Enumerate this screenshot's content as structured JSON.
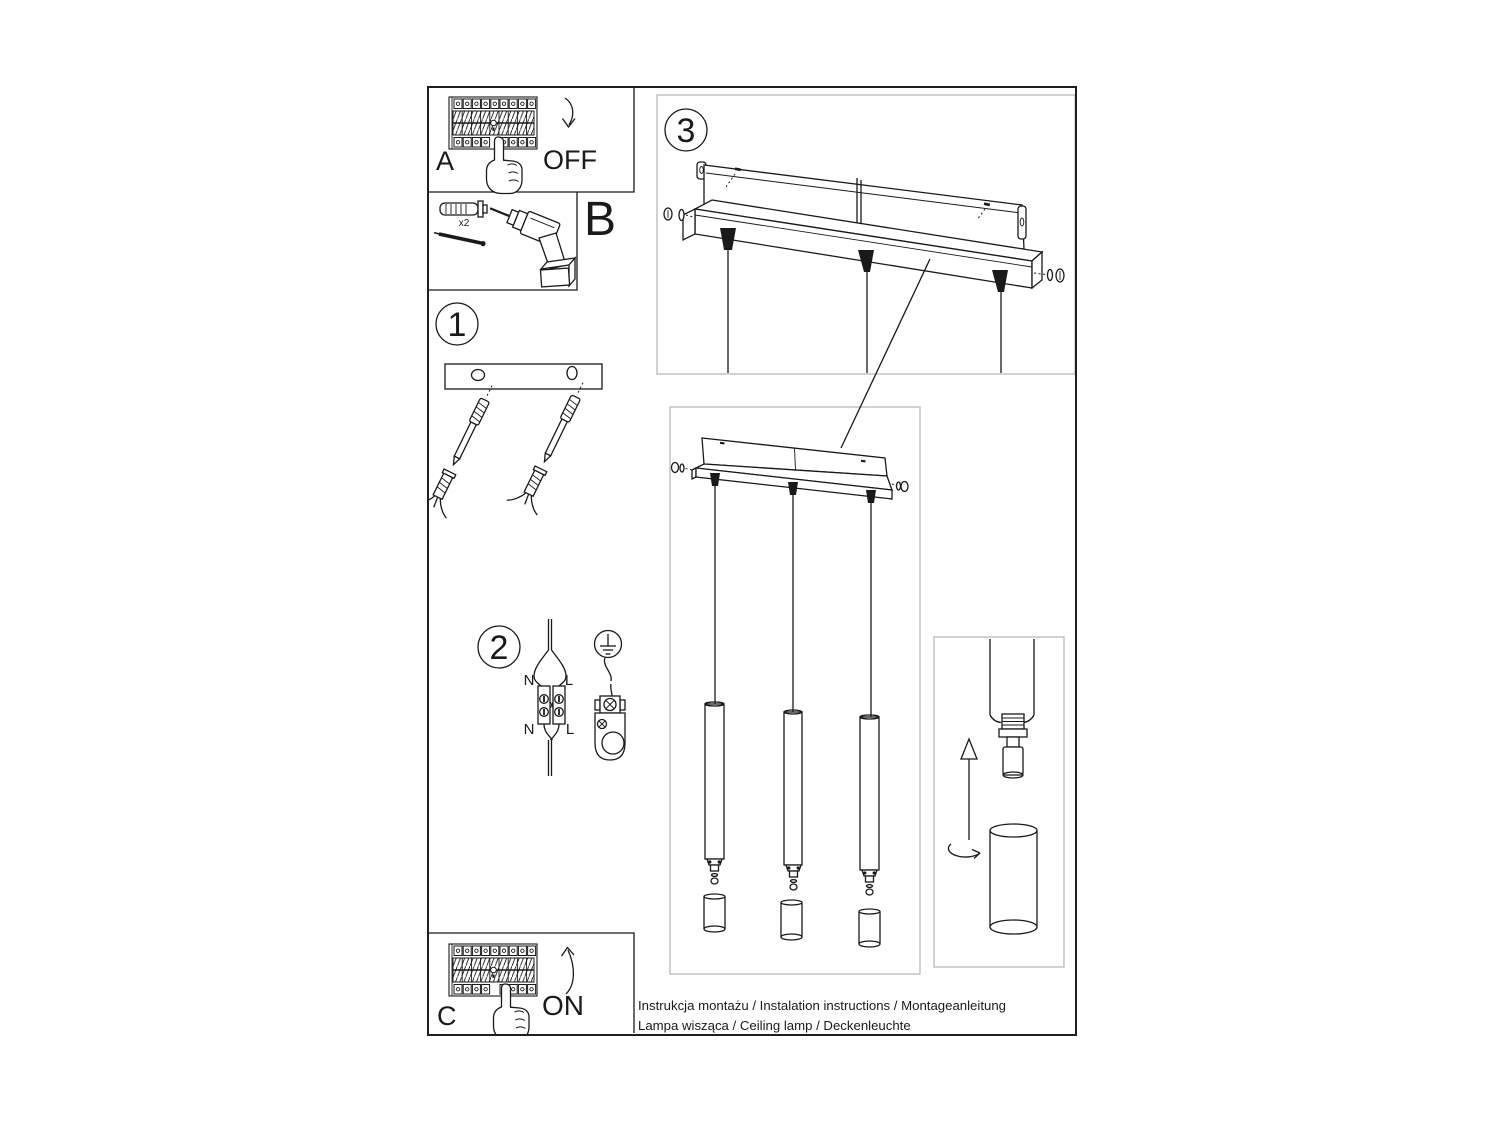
{
  "document": {
    "footer": {
      "line1": "Instrukcja montażu / Instalation instructions / Montageanleitung",
      "line2": "Lampa wisząca / Ceiling lamp / Deckenleuchte"
    }
  },
  "steps": {
    "power_off": {
      "letter": "A",
      "state": "OFF"
    },
    "tools": {
      "letter": "B",
      "anchor_count": "x2"
    },
    "step1": {
      "number": "1"
    },
    "step2": {
      "number": "2",
      "neutral": "N",
      "live": "L"
    },
    "step3": {
      "number": "3"
    },
    "power_on": {
      "letter": "C",
      "state": "ON"
    }
  },
  "colors": {
    "line": "#1a1a1a",
    "frame": "#1f1f1f",
    "light_box_border": "#b5b5b5",
    "background": "#ffffff"
  }
}
